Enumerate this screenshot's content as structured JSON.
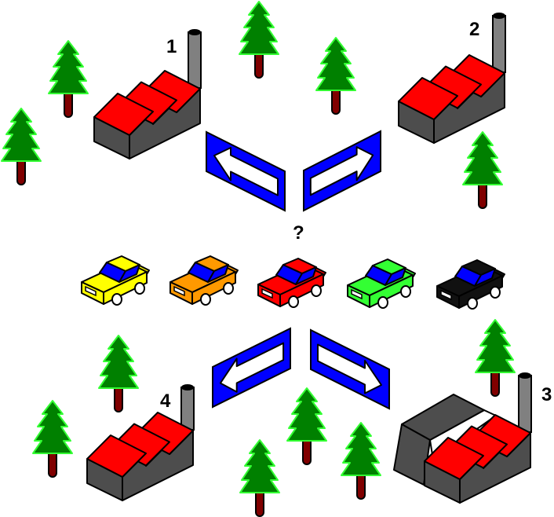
{
  "labels": {
    "factory1": "1",
    "factory2": "2",
    "factory3": "3",
    "factory4": "4",
    "question": "?"
  },
  "colors": {
    "roof": "#ff0000",
    "wall": "#4d4d4d",
    "chimney": "#808080",
    "tree_foliage": "#008000",
    "tree_outline": "#33ff33",
    "trunk": "#800000",
    "sign": "#0000ff",
    "arrow": "#ffffff",
    "windshield": "#0000ff"
  },
  "cars": [
    {
      "color": "#ffff00"
    },
    {
      "color": "#ff9900"
    },
    {
      "color": "#ff0000"
    },
    {
      "color": "#33ff33"
    },
    {
      "color": "#111111"
    }
  ],
  "signs": [
    {
      "direction": "left"
    },
    {
      "direction": "right"
    },
    {
      "direction": "left"
    },
    {
      "direction": "right"
    }
  ]
}
